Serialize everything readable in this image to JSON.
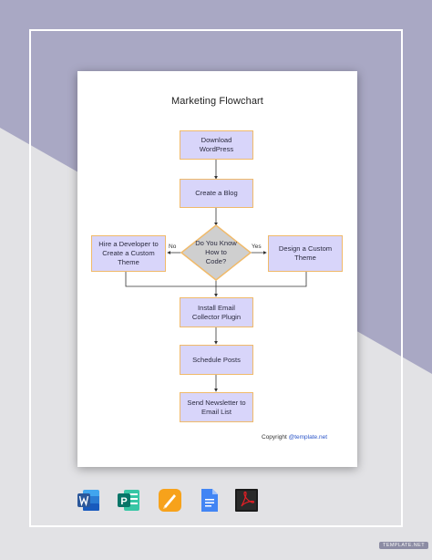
{
  "doc": {
    "title": "Marketing Flowchart",
    "copyright_prefix": "Copyright ",
    "copyright_link": "@template.net"
  },
  "flow": {
    "download": "Download\nWordPress",
    "blog": "Create a Blog",
    "decision": "Do You Know\nHow to\nCode?",
    "no_label": "No",
    "yes_label": "Yes",
    "hire": "Hire a Developer to\nCreate a Custom\nTheme",
    "design": "Design a Custom\nTheme",
    "email": "Install Email\nCollector Plugin",
    "schedule": "Schedule Posts",
    "newsletter": "Send Newsletter to\nEmail List"
  },
  "apps": [
    {
      "name": "word-icon",
      "color": "#2b579a"
    },
    {
      "name": "publisher-icon",
      "color": "#077568"
    },
    {
      "name": "pages-icon",
      "color": "#f7a21b"
    },
    {
      "name": "google-docs-icon",
      "color": "#4285f4"
    },
    {
      "name": "pdf-icon",
      "color": "#c4161c"
    }
  ],
  "watermark": "TEMPLATE.NET",
  "colors": {
    "node_fill": "#d8d5fa",
    "node_border": "#f0ba6a",
    "decision_fill": "#cfcfcf",
    "bg_purple": "#a9a8c4",
    "bg_gray": "#e2e2e5"
  }
}
